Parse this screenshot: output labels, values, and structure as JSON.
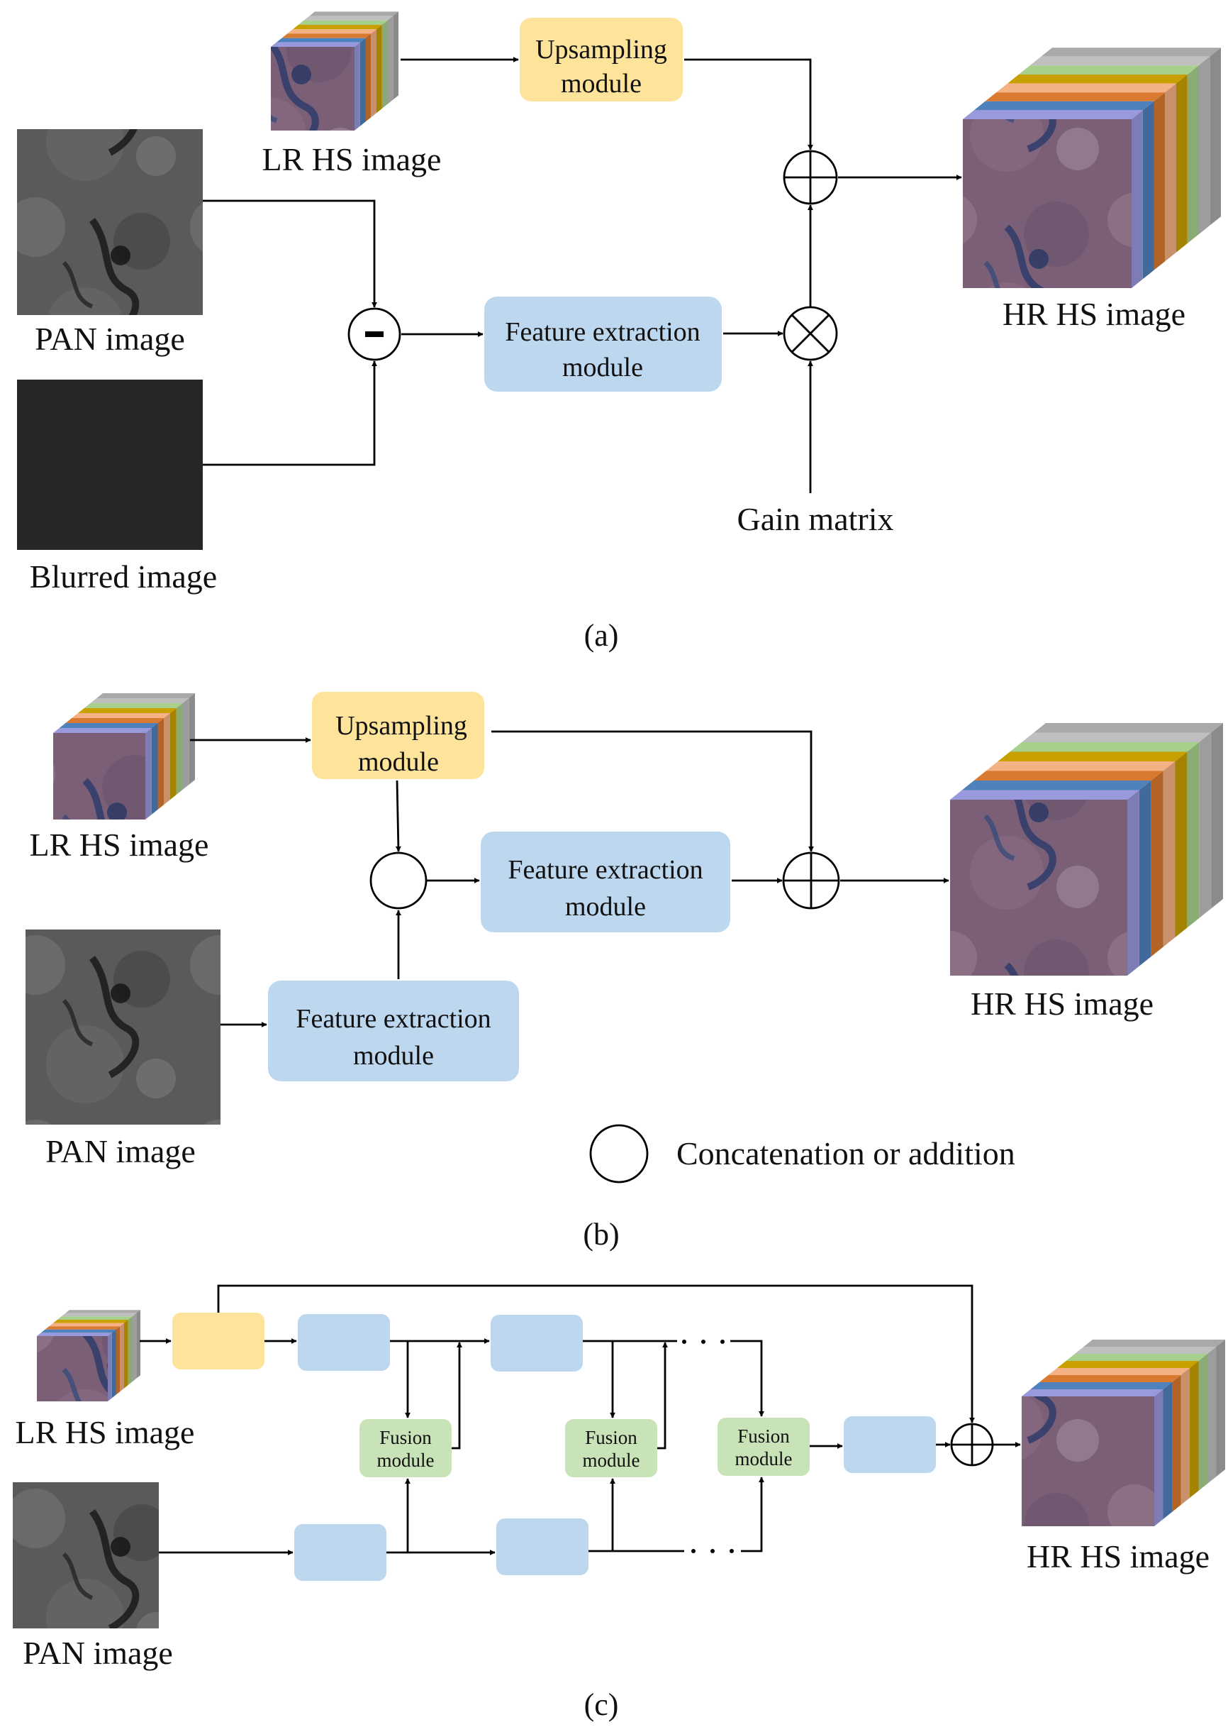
{
  "colors": {
    "upsampling": "#fde49a",
    "feature": "#bcd7ee",
    "fusion": "#c8e3b8",
    "blurred": "#262626",
    "band_palette": [
      "#a9a9a9",
      "#bfbfbf",
      "#a8d08d",
      "#c8a000",
      "#f4b183",
      "#d97a30",
      "#4f81bd",
      "#9999dd"
    ]
  },
  "panel_a": {
    "lr_hs_label": "LR HS image",
    "pan_label": "PAN image",
    "blurred_label": "Blurred image",
    "upsampling_label_1": "Upsampling",
    "upsampling_label_2": "module",
    "feature_label_1": "Feature extraction",
    "feature_label_2": "module",
    "gain_label": "Gain matrix",
    "hr_hs_label": "HR HS image",
    "caption": "(a)"
  },
  "panel_b": {
    "lr_hs_label": "LR HS image",
    "pan_label": "PAN image",
    "upsampling_label_1": "Upsampling",
    "upsampling_label_2": "module",
    "feature_top_label_1": "Feature extraction",
    "feature_top_label_2": "module",
    "feature_bottom_label_1": "Feature extraction",
    "feature_bottom_label_2": "module",
    "hr_hs_label": "HR HS image",
    "legend_label": "Concatenation or addition",
    "caption": "(b)"
  },
  "panel_c": {
    "lr_hs_label": "LR HS image",
    "pan_label": "PAN image",
    "fusion_1_label_1": "Fusion",
    "fusion_1_label_2": "module",
    "fusion_2_label_1": "Fusion",
    "fusion_2_label_2": "module",
    "fusion_3_label_1": "Fusion",
    "fusion_3_label_2": "module",
    "hr_hs_label": "HR HS image",
    "caption": "(c)"
  }
}
